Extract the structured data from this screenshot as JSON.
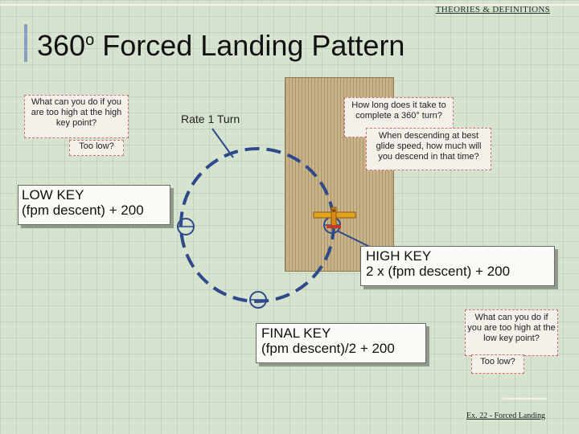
{
  "header": {
    "section": "THEORIES & DEFINITIONS"
  },
  "title": {
    "main": "360",
    "sup": "o",
    "rest": " Forced Landing Pattern"
  },
  "notes": {
    "top_left": "What can you do if you are too high at the high key point?",
    "too_low_left": "Too low?",
    "rate_label": "Rate 1 Turn",
    "turn_time": "How long does it take to complete a 360° turn?",
    "descent": "When descending at best glide speed, how much will you descend in that time?",
    "bottom_right": "What can you do if you are too high at the low key point?",
    "too_low_right": "Too low?"
  },
  "keys": {
    "low_key": {
      "title": "LOW KEY",
      "formula": "(fpm descent) + 200"
    },
    "high_key": {
      "title": "HIGH KEY",
      "formula": "2 x (fpm descent) + 200"
    },
    "final_key": {
      "title": "FINAL KEY",
      "formula": "(fpm descent)/2 + 200"
    }
  },
  "footer": {
    "ref": "Ex. 22 - Forced Landing"
  },
  "colors": {
    "pattern": "#2f4a8a",
    "runway": "#c9b48a",
    "aircraft": "#e2a21a"
  }
}
